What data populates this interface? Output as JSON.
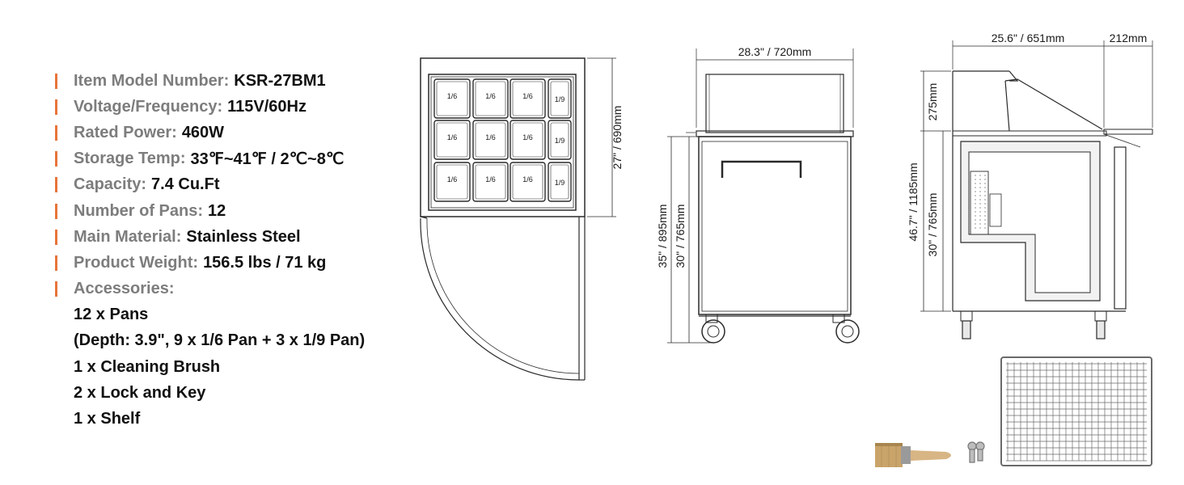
{
  "specs": [
    {
      "label": "Item Model Number:",
      "value": "KSR-27BM1"
    },
    {
      "label": "Voltage/Frequency:",
      "value": "115V/60Hz"
    },
    {
      "label": "Rated Power:",
      "value": "460W"
    },
    {
      "label": "Storage Temp:",
      "value": "33℉~41℉ / 2℃~8℃"
    },
    {
      "label": "Capacity:",
      "value": "7.4 Cu.Ft"
    },
    {
      "label": "Number of Pans:",
      "value": "12"
    },
    {
      "label": "Main Material:",
      "value": "Stainless Steel"
    },
    {
      "label": "Product Weight:",
      "value": "156.5 lbs / 71 kg"
    },
    {
      "label": "Accessories:",
      "value": ""
    }
  ],
  "accessories": [
    "12 x Pans",
    "(Depth: 3.9\", 9 x 1/6 Pan + 3 x 1/9 Pan)",
    "1 x Cleaning Brush",
    "2 x Lock and Key",
    "1 x Shelf"
  ],
  "top_view": {
    "depth_label": "27\" / 690mm",
    "pans": [
      [
        "1/6",
        "1/6",
        "1/6",
        "1/9"
      ],
      [
        "1/6",
        "1/6",
        "1/6",
        "1/9"
      ],
      [
        "1/6",
        "1/6",
        "1/6",
        "1/9"
      ]
    ]
  },
  "front_view": {
    "width_label": "28.3\" / 720mm",
    "total_height_label": "35\" / 895mm",
    "counter_height_label": "30\" / 765mm"
  },
  "side_view": {
    "depth_label": "25.6\" / 651mm",
    "cutting_board_label": "212mm",
    "lid_height_label": "275mm",
    "total_height_label": "46.7\" / 1185mm",
    "counter_height_label": "30\" / 765mm"
  },
  "colors": {
    "accent_bar": "#e8743b",
    "label_gray": "#7d7d7d",
    "value_black": "#111111"
  }
}
